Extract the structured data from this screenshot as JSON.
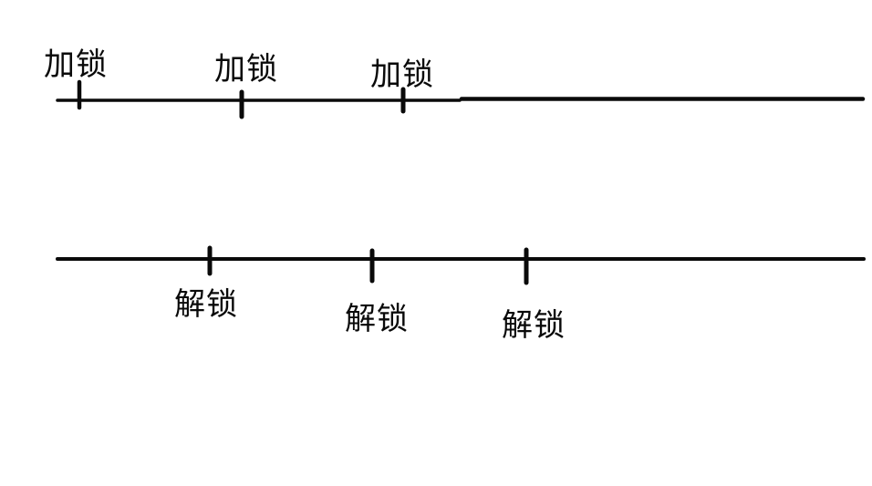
{
  "diagram": {
    "title": "lock-unlock timelines",
    "colors": {
      "ink": "#0a0a0a",
      "background": "#ffffff"
    },
    "top_timeline": {
      "description": "horizontal timeline with three lock events marked by ticks, labels above line",
      "events": [
        {
          "label": "加锁"
        },
        {
          "label": "加锁"
        },
        {
          "label": "加锁"
        }
      ]
    },
    "bottom_timeline": {
      "description": "horizontal timeline with three unlock events marked by ticks, labels below line",
      "events": [
        {
          "label": "解锁"
        },
        {
          "label": "解锁"
        },
        {
          "label": "解锁"
        }
      ]
    }
  }
}
